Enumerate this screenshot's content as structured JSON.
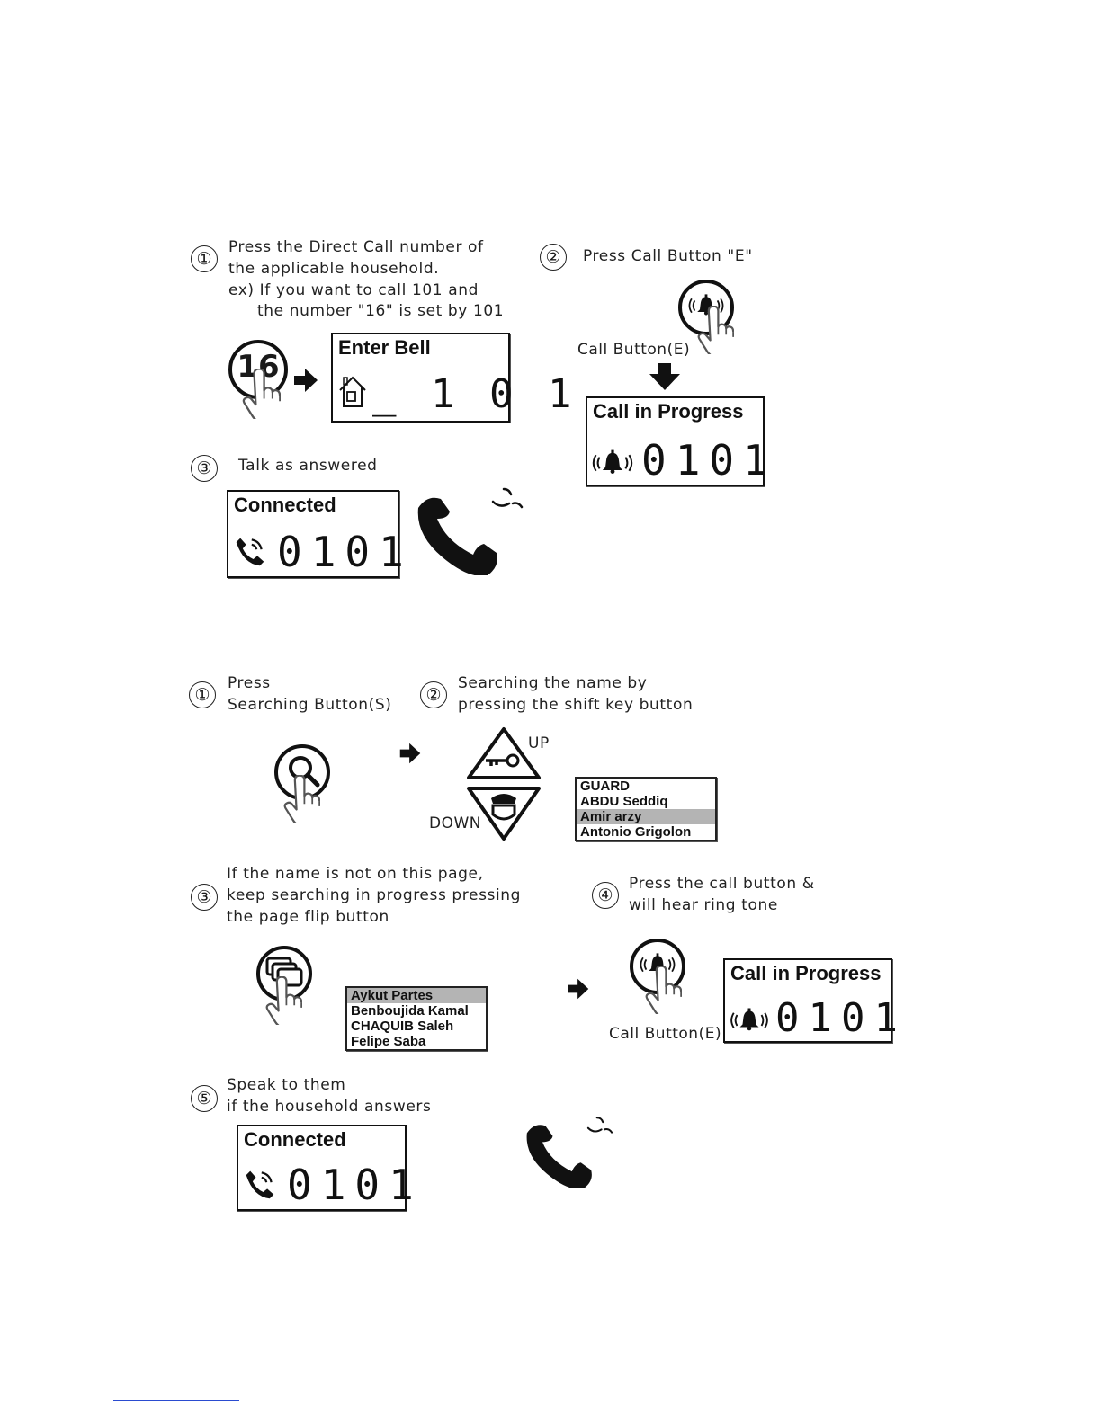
{
  "section1": {
    "step1": {
      "num": "①",
      "line1": "Press the Direct Call number of",
      "line2": "the applicable household.",
      "line3": "ex) If you want to call 101 and",
      "line4": "the number \"16\" is set by 101",
      "key_label": "16",
      "display_title": "Enter Bell",
      "display_value": "_ 1 0 1"
    },
    "step2": {
      "num": "②",
      "text": "Press Call Button \"E\"",
      "button_label": "Call Button(E)",
      "display_title": "Call in Progress",
      "display_value": "0101"
    },
    "step3": {
      "num": "③",
      "text": "Talk as answered",
      "display_title": "Connected",
      "display_value": "0101"
    }
  },
  "section2": {
    "step1": {
      "num": "①",
      "line1": "Press",
      "line2": "Searching Button(S)"
    },
    "step2": {
      "num": "②",
      "line1": "Searching the name by",
      "line2": "pressing the shift key button",
      "up_label": "UP",
      "down_label": "DOWN",
      "names": [
        "GUARD",
        "ABDU Seddiq",
        "Amir arzy",
        "Antonio Grigolon"
      ]
    },
    "step3": {
      "num": "③",
      "line1": "If the name is not on this page,",
      "line2": "keep searching in progress pressing",
      "line3": "the page flip button",
      "names": [
        "Aykut Partes",
        "Benboujida Kamal",
        "CHAQUIB Saleh",
        "Felipe Saba"
      ]
    },
    "step4": {
      "num": "④",
      "line1": "Press the call button &",
      "line2": "will hear ring tone",
      "button_label": "Call Button(E)",
      "display_title": "Call in Progress",
      "display_value": "0101"
    },
    "step5": {
      "num": "⑤",
      "line1": "Speak to them",
      "line2": "if the household answers",
      "display_title": "Connected",
      "display_value": "0101"
    }
  },
  "icons": [
    "hand-press-icon",
    "arrow-right-icon",
    "arrow-down-icon",
    "bell-ring-icon",
    "house-icon",
    "phone-icon",
    "phone-handset-icon",
    "search-icon",
    "key-up-icon",
    "guard-down-icon",
    "page-flip-icon"
  ]
}
